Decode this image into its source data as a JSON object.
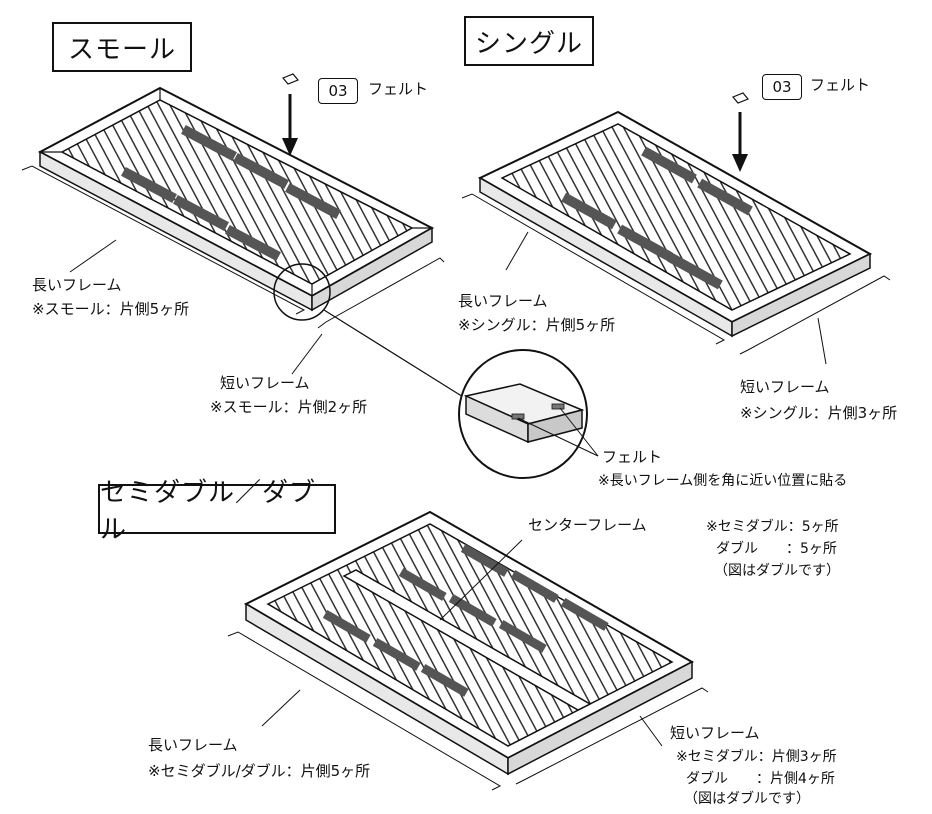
{
  "small": {
    "title": "スモール",
    "part_code": "03",
    "part_name": "フェルト",
    "long_frame_label": "長いフレーム",
    "long_frame_note": "※スモール：片側5ヶ所",
    "short_frame_label": "短いフレーム",
    "short_frame_note": "※スモール：片側2ヶ所"
  },
  "single": {
    "title": "シングル",
    "part_code": "03",
    "part_name": "フェルト",
    "long_frame_label": "長いフレーム",
    "long_frame_note": "※シングル：片側5ヶ所",
    "short_frame_label": "短いフレーム",
    "short_frame_note": "※シングル：片側3ヶ所"
  },
  "detail": {
    "felt_label": "フェルト",
    "felt_note": "※長いフレーム側を角に近い位置に貼る"
  },
  "double": {
    "title": "セミダブル／ダブル",
    "center_frame_label": "センターフレーム",
    "center_note_1": "※セミダブル：5ヶ所",
    "center_note_2": "ダブル　　：5ヶ所",
    "center_note_3": "（図はダブルです）",
    "long_frame_label": "長いフレーム",
    "long_frame_note": "※セミダブル/ダブル：片側5ヶ所",
    "short_frame_label": "短いフレーム",
    "short_note_1": "※セミダブル：片側3ヶ所",
    "short_note_2": "ダブル　　：片側4ヶ所",
    "short_note_3": "（図はダブルです）"
  }
}
